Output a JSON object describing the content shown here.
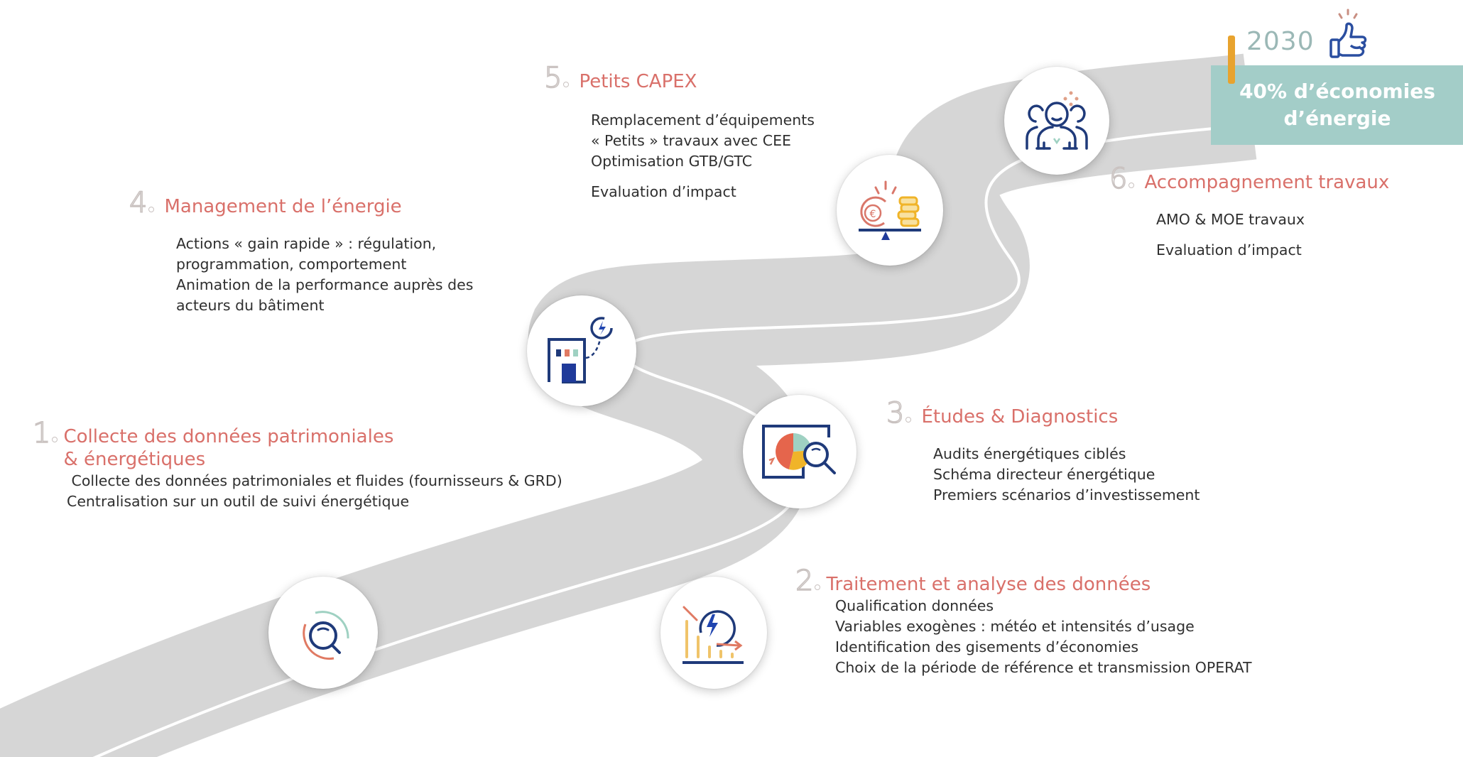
{
  "goal": {
    "year": "2030",
    "icon": "thumbs-up-icon",
    "headline_line1": "40% d’économies",
    "headline_line2": "d’énergie",
    "box_color": "#a3cdc8",
    "accent_color": "#e8a32e"
  },
  "colors": {
    "title": "#d9706a",
    "body": "#2f2f2f",
    "road": "#d6d6d6",
    "icon_navy": "#1f3f8f",
    "icon_salmon": "#e07a63",
    "icon_gold": "#f0b429",
    "icon_mint": "#9fd1c2"
  },
  "steps": [
    {
      "number": "1",
      "title_line1": "Collecte des données patrimoniales",
      "title_line2": "& énergétiques",
      "icon": "search-data-icon",
      "lines": [
        " Collecte des données patrimoniales et fluides (fournisseurs & GRD)",
        "Centralisation sur un outil de suivi énergétique"
      ]
    },
    {
      "number": "2",
      "title": "Traitement et analyse des données",
      "icon": "energy-analysis-chart-icon",
      "lines": [
        "Qualification données",
        "Variables exogènes : météo et intensités d’usage",
        "Identification des gisements d’économies",
        "Choix de la période de référence et transmission OPERAT"
      ]
    },
    {
      "number": "3",
      "title": "Études & Diagnostics",
      "icon": "pie-chart-magnifier-icon",
      "lines": [
        "Audits énergétiques ciblés",
        "Schéma directeur énergétique",
        "Premiers scénarios d’investissement"
      ]
    },
    {
      "number": "4",
      "title": "Management de l’énergie",
      "icon": "building-energy-icon",
      "lines": [
        "Actions « gain rapide » : régulation,",
        "programmation, comportement",
        "Animation de la performance auprès des",
        "acteurs du bâtiment"
      ]
    },
    {
      "number": "5",
      "title": "Petits CAPEX",
      "icon": "euro-coins-balance-icon",
      "lines": [
        "Remplacement d’équipements",
        "« Petits » travaux avec CEE",
        "Optimisation GTB/GTC",
        "Evaluation d’impact"
      ]
    },
    {
      "number": "6",
      "title": "Accompagnement travaux",
      "icon": "team-support-icon",
      "lines": [
        "AMO & MOE travaux",
        "Evaluation d’impact"
      ]
    }
  ]
}
